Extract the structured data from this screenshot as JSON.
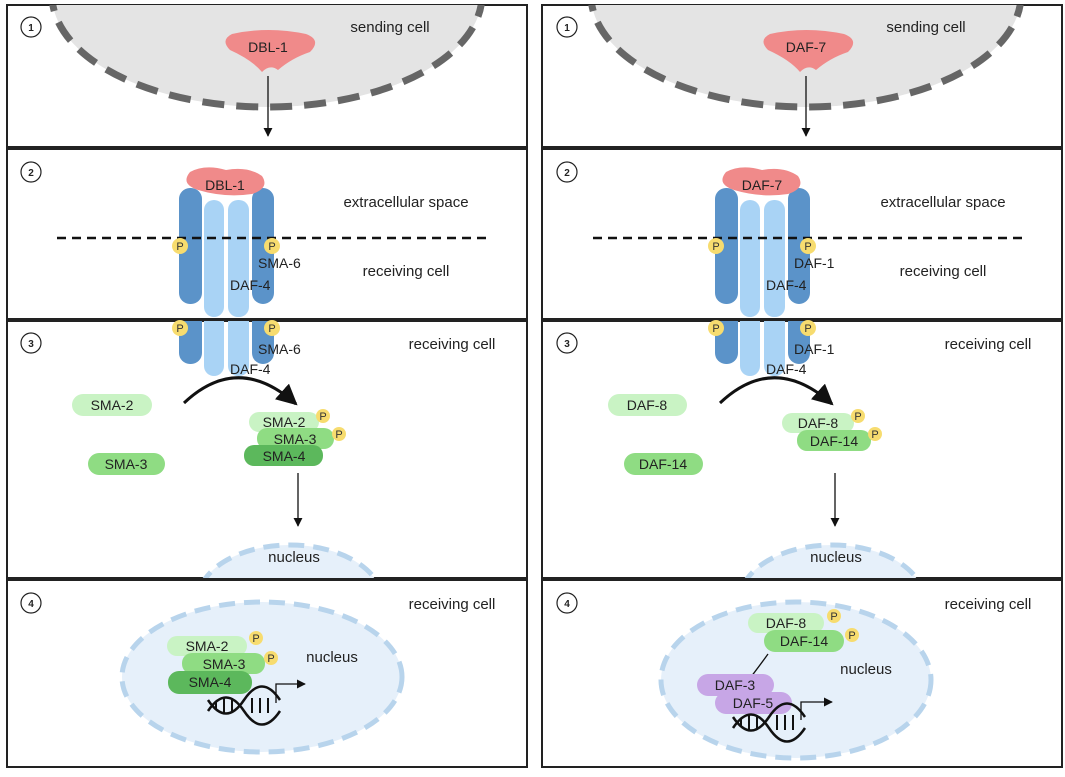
{
  "panels": {
    "left": {
      "p1": {
        "step": "1",
        "location": "sending cell",
        "ligand": "DBL-1"
      },
      "p2": {
        "step": "2",
        "ligand": "DBL-1",
        "outside": "extracellular space",
        "inside": "receiving cell",
        "receptor_a": "SMA-6",
        "receptor_b": "DAF-4",
        "p": "P"
      },
      "p3": {
        "step": "3",
        "location": "receiving cell",
        "receptor_a": "SMA-6",
        "receptor_b": "DAF-4",
        "free_1": "SMA-2",
        "free_2": "SMA-3",
        "complex": [
          "SMA-2",
          "SMA-3",
          "SMA-4"
        ],
        "nucleus": "nucleus",
        "p": "P"
      },
      "p4": {
        "step": "4",
        "location": "receiving cell",
        "nucleus": "nucleus",
        "complex": [
          "SMA-2",
          "SMA-3",
          "SMA-4"
        ],
        "p": "P"
      }
    },
    "right": {
      "p1": {
        "step": "1",
        "location": "sending cell",
        "ligand": "DAF-7"
      },
      "p2": {
        "step": "2",
        "ligand": "DAF-7",
        "outside": "extracellular space",
        "inside": "receiving cell",
        "receptor_a": "DAF-1",
        "receptor_b": "DAF-4",
        "p": "P"
      },
      "p3": {
        "step": "3",
        "location": "receiving cell",
        "receptor_a": "DAF-1",
        "receptor_b": "DAF-4",
        "free_1": "DAF-8",
        "free_2": "DAF-14",
        "complex": [
          "DAF-8",
          "DAF-14"
        ],
        "nucleus": "nucleus",
        "p": "P"
      },
      "p4": {
        "step": "4",
        "location": "receiving cell",
        "nucleus": "nucleus",
        "complex": [
          "DAF-8",
          "DAF-14"
        ],
        "repressors": [
          "DAF-3",
          "DAF-5"
        ],
        "p": "P"
      }
    }
  },
  "colors": {
    "ligand": "#f08a8a",
    "receptor_dark": "#5b93c9",
    "receptor_light": "#a9d3f5",
    "smad_light": "#c9f3c4",
    "smad_mid": "#8fdc83",
    "smad_dark": "#5cb85c",
    "purple": "#c7a6e6",
    "phosphate": "#f7dc6f",
    "sending_cell": "#e4e4e4",
    "nucleus": "#e6f0fa"
  }
}
